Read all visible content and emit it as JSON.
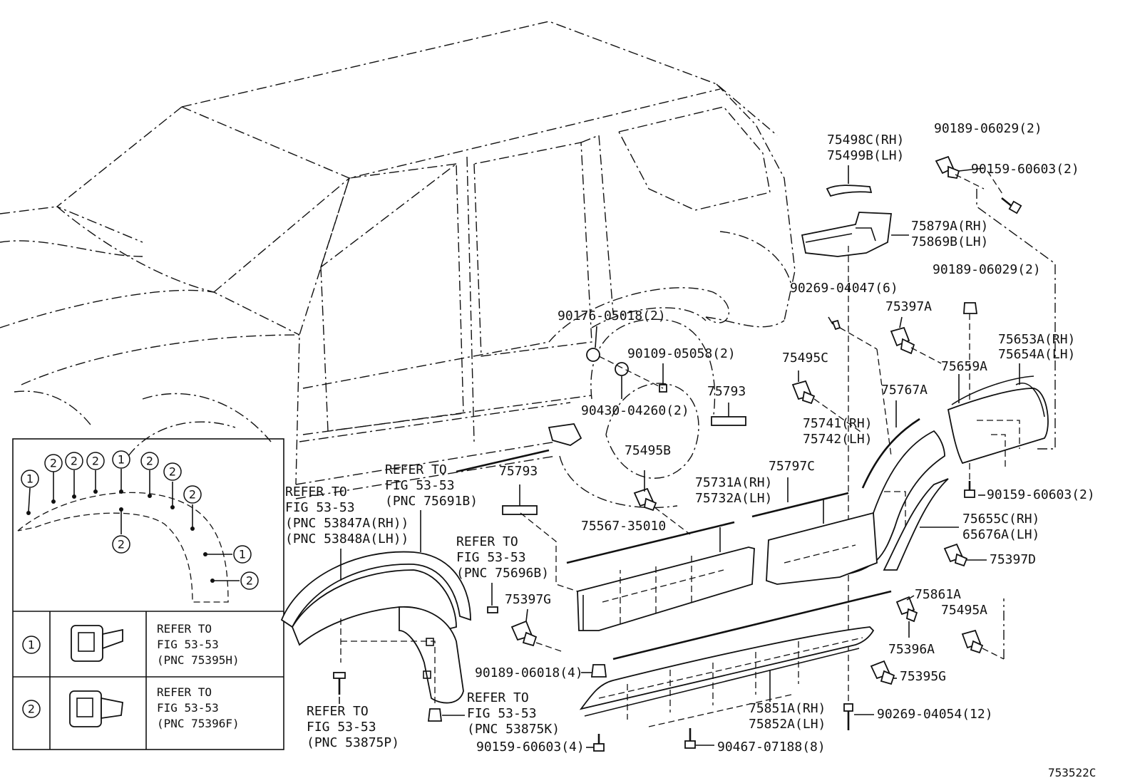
{
  "diagram_code": "753522C",
  "labels": {
    "p75498C": "75498C(RH)",
    "p75499B": "75499B(LH)",
    "p90189_06029_top": "90189-06029(2)",
    "p90159_60603_top": "90159-60603(2)",
    "p75879A": "75879A(RH)",
    "p75869B": "75869B(LH)",
    "p90189_06029_mid": "90189-06029(2)",
    "p90269_04047": "90269-04047(6)",
    "p75397A": "75397A",
    "p90176_05018": "90176-05018(2)",
    "p90109_05058": "90109-05058(2)",
    "p75495C": "75495C",
    "p75653A": "75653A(RH)",
    "p75654A": "75654A(LH)",
    "p75659A": "75659A",
    "p75793_a": "75793",
    "p75767A": "75767A",
    "p90430_04260": "90430-04260(2)",
    "p75741": "75741(RH)",
    "p75742": "75742(LH)",
    "p75495B": "75495B",
    "p75793_b": "75793",
    "p75797C": "75797C",
    "p75731A": "75731A(RH)",
    "p75732A": "75732A(LH)",
    "p90159_60603_right": "90159-60603(2)",
    "p75567_35010": "75567-35010",
    "p75655C": "75655C(RH)",
    "p65676A": "65676A(LH)",
    "p75397D": "75397D",
    "p75397G": "75397G",
    "p75861A": "75861A",
    "p75495A": "75495A",
    "p75396A": "75396A",
    "p90189_06018": "90189-06018(4)",
    "p75395G": "75395G",
    "p75851A": "75851A(RH)",
    "p75852A": "75852A(LH)",
    "p90269_04054": "90269-04054(12)",
    "p90159_60603_bot": "90159-60603(4)",
    "p90467_07188": "90467-07188(8)"
  },
  "refs": {
    "ref_53847": [
      "REFER TO",
      "FIG 53-53",
      "(PNC 53847A(RH))",
      "(PNC 53848A(LH))"
    ],
    "ref_75691": [
      "REFER TO",
      "FIG 53-53",
      "(PNC 75691B)"
    ],
    "ref_75696": [
      "REFER TO",
      "FIG 53-53",
      "(PNC 75696B)"
    ],
    "ref_53875P": [
      "REFER TO",
      "FIG 53-53",
      "(PNC 53875P)"
    ],
    "ref_53875K": [
      "REFER TO",
      "FIG 53-53",
      "(PNC 53875K)"
    ]
  },
  "inset": {
    "markers": [
      "1",
      "2"
    ],
    "legend": [
      {
        "marker": "1",
        "lines": [
          "REFER TO",
          "FIG 53-53",
          "(PNC 75395H)"
        ]
      },
      {
        "marker": "2",
        "lines": [
          "REFER TO",
          "FIG 53-53",
          "(PNC 75396F)"
        ]
      }
    ]
  }
}
